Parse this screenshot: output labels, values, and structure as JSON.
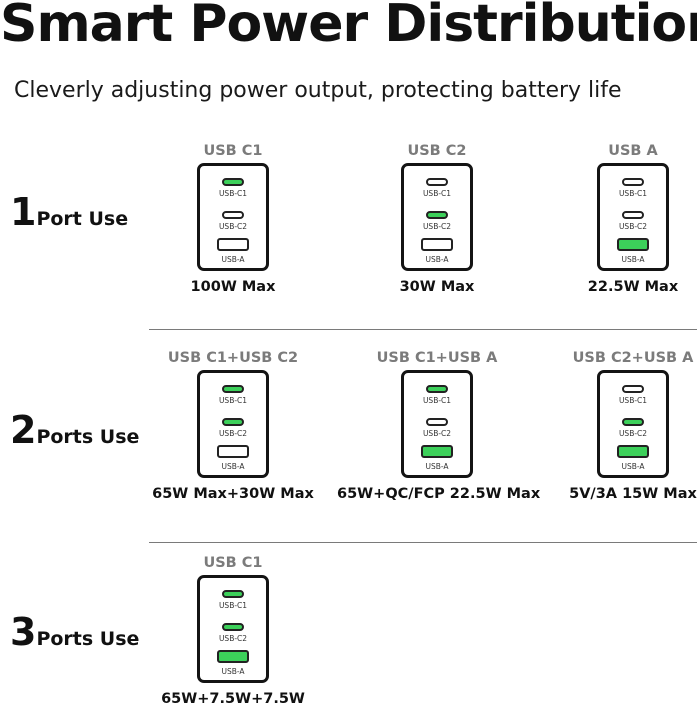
{
  "title": "Smart Power Distribution",
  "subtitle": "Cleverly adjusting power output, protecting battery life",
  "port_names": {
    "c1": "USB-C1",
    "c2": "USB-C2",
    "a": "USB-A"
  },
  "colors": {
    "active_port": "#3cd05a",
    "label_gray": "#7b7b7b",
    "text": "#111111"
  },
  "rows": [
    {
      "number": "1",
      "label": "Port Use",
      "cells": [
        {
          "label": "USB C1",
          "active": [
            "c1"
          ],
          "max": "100W Max"
        },
        {
          "label": "USB C2",
          "active": [
            "c2"
          ],
          "max": "30W Max"
        },
        {
          "label": "USB A",
          "active": [
            "a"
          ],
          "max": "22.5W Max"
        }
      ]
    },
    {
      "number": "2",
      "label": "Ports Use",
      "cells": [
        {
          "label": "USB C1+USB C2",
          "active": [
            "c1",
            "c2"
          ],
          "max": "65W Max+30W Max"
        },
        {
          "label": "USB C1+USB A",
          "active": [
            "c1",
            "a"
          ],
          "max": "65W+QC/FCP 22.5W Max"
        },
        {
          "label": "USB C2+USB A",
          "active": [
            "c2",
            "a"
          ],
          "max": "5V/3A 15W Max"
        }
      ]
    },
    {
      "number": "3",
      "label": "Ports Use",
      "cells": [
        {
          "label": "USB C1",
          "active": [
            "c1",
            "c2",
            "a"
          ],
          "max": "65W+7.5W+7.5W"
        }
      ]
    }
  ]
}
